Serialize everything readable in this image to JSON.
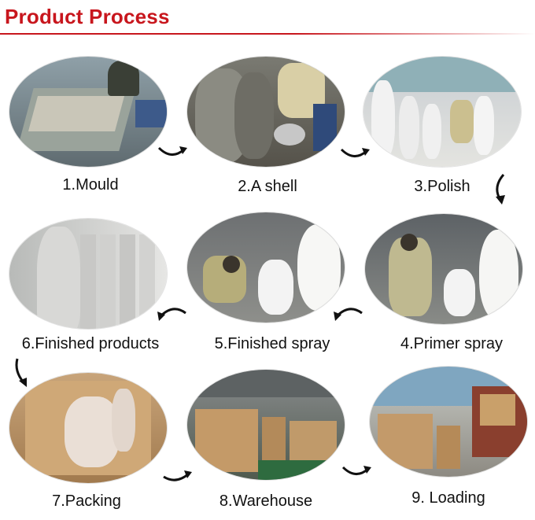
{
  "header": {
    "title": "Product Process"
  },
  "steps": [
    {
      "label": "1.Mould"
    },
    {
      "label": "2.A shell"
    },
    {
      "label": "3.Polish"
    },
    {
      "label": "4.Primer spray"
    },
    {
      "label": "5.Finished spray"
    },
    {
      "label": "6.Finished products"
    },
    {
      "label": "7.Packing"
    },
    {
      "label": "8.Warehouse"
    },
    {
      "label": "9. Loading"
    }
  ],
  "colors": {
    "accent": "#c8161d",
    "text": "#111111",
    "arrow": "#111111"
  },
  "icons": {
    "flow_arrow": "curved-arrow-icon"
  }
}
